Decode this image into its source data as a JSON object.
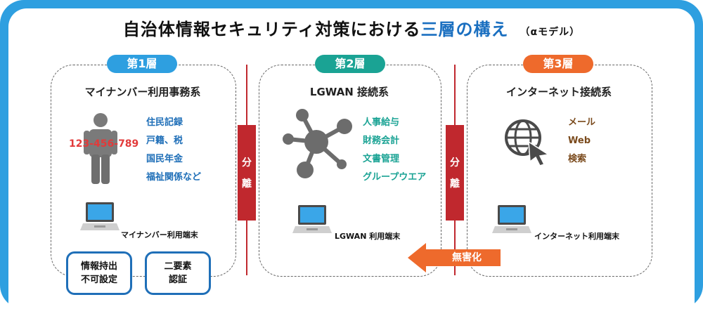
{
  "title": {
    "main": "自治体情報セキュリティ対策における",
    "highlight": "三層の構え",
    "sub": "（αモデル）"
  },
  "layers": [
    {
      "badge": "第1層",
      "title": "マイナンバー利用事務系",
      "items": [
        "住民記録",
        "戸籍、税",
        "国民年金",
        "福祉関係など"
      ],
      "id_number": "123-456-789",
      "terminal": "マイナンバー利用端末"
    },
    {
      "badge": "第2層",
      "title": "LGWAN 接続系",
      "items": [
        "人事給与",
        "財務会計",
        "文書管理",
        "グループウエア"
      ],
      "terminal": "LGWAN 利用端末"
    },
    {
      "badge": "第3層",
      "title": "インターネット接続系",
      "items": [
        "メール",
        "Web",
        "検索"
      ],
      "terminal": "インターネット利用端末"
    }
  ],
  "separator": {
    "char1": "分",
    "char2": "離"
  },
  "controls": [
    {
      "line1": "情報持出",
      "line2": "不可設定"
    },
    {
      "line1": "二要素",
      "line2": "認証"
    }
  ],
  "harmless": "無害化",
  "colors": {
    "frame": "#2e9fe0",
    "layer1": "#2e9fe0",
    "layer2": "#1aa394",
    "layer3": "#ee6a2c",
    "separator": "#c0282e",
    "box_border": "#1f6fb8"
  }
}
